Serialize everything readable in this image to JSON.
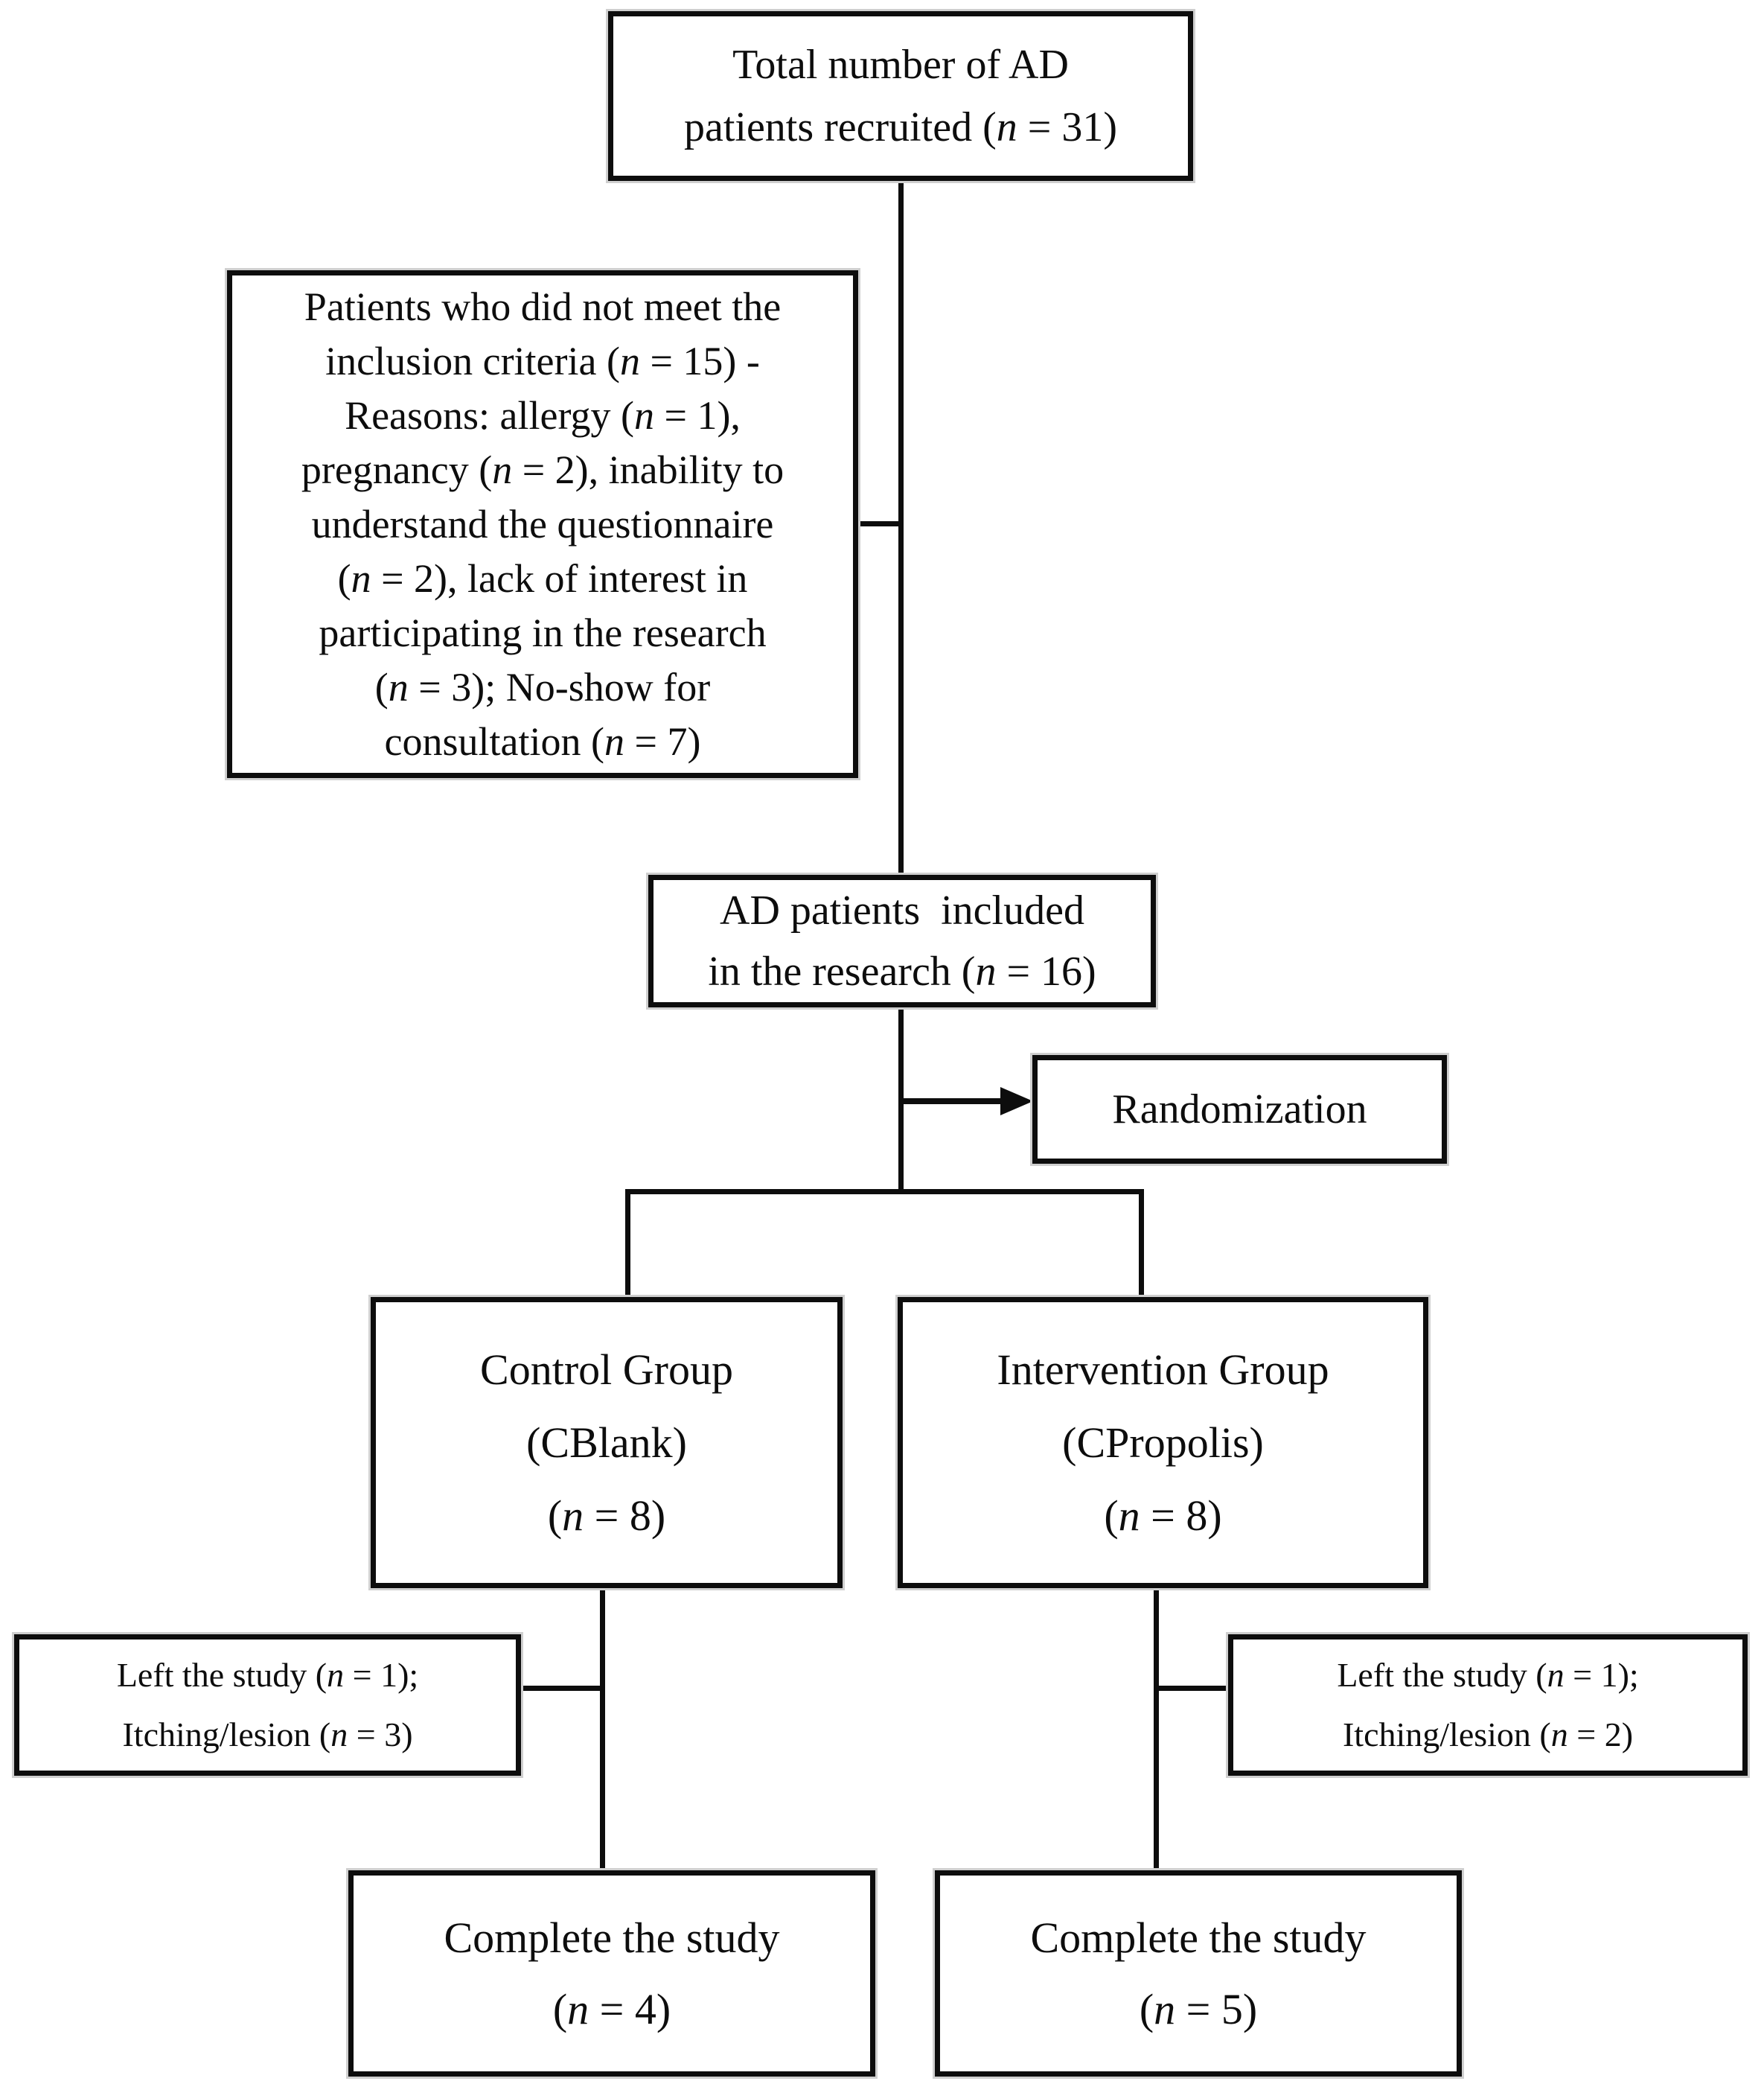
{
  "diagram": {
    "title": "AD patient recruitment and randomization flow",
    "colors": {
      "background": "#ffffff",
      "line": "#0d0d0d",
      "scan_halo": "#cfcfcf",
      "text": "#0d0d0d"
    },
    "nodes": {
      "total": {
        "lines": [
          "Total number of AD",
          "patients recruited (n = 31)"
        ],
        "text": "Total number of AD patients recruited (n = 31)"
      },
      "excluded": {
        "lines": [
          "Patients who did not meet the",
          "inclusion criteria (n = 15) -",
          "Reasons: allergy (n = 1),",
          "pregnancy (n = 2), inability to",
          "understand the questionnaire",
          "(n = 2), lack of interest in",
          "participating in the research",
          "(n = 3); No-show for",
          "consultation (n = 7)"
        ],
        "text": "Patients who did not meet the inclusion criteria (n = 15) - Reasons: allergy (n = 1), pregnancy (n = 2), inability to understand the questionnaire (n = 2), lack of interest in participating in the research (n = 3); No-show for consultation (n = 7)"
      },
      "included": {
        "lines": [
          "AD patients  included",
          "in the research (n = 16)"
        ],
        "text": "AD patients included in the research (n = 16)"
      },
      "randomization": {
        "lines": [
          "Randomization"
        ],
        "text": "Randomization"
      },
      "control": {
        "lines": [
          "Control Group",
          "(CBlank)",
          "(n = 8)"
        ],
        "text": "Control Group (CBlank) (n = 8)"
      },
      "intervention": {
        "lines": [
          "Intervention Group",
          "(CPropolis)",
          "(n = 8)"
        ],
        "text": "Intervention Group (CPropolis) (n = 8)"
      },
      "control_dropout": {
        "lines": [
          "Left the study (n = 1);",
          "Itching/lesion (n = 3)"
        ],
        "text": "Left the study (n = 1); Itching/lesion (n = 3)"
      },
      "intervention_dropout": {
        "lines": [
          "Left the study (n = 1);",
          "Itching/lesion (n = 2)"
        ],
        "text": "Left the study (n = 1); Itching/lesion (n = 2)"
      },
      "control_complete": {
        "lines": [
          "Complete the study",
          "(n = 4)"
        ],
        "text": "Complete the study (n = 4)"
      },
      "intervention_complete": {
        "lines": [
          "Complete the study",
          "(n = 5)"
        ],
        "text": "Complete the study (n = 5)"
      }
    }
  }
}
